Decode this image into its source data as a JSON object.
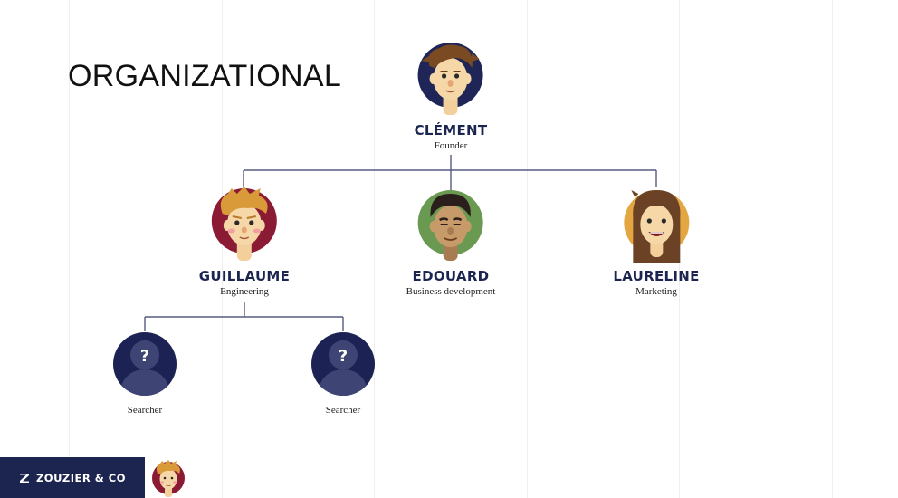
{
  "slide": {
    "title": "ORGANIZATIONAL"
  },
  "org": {
    "root": {
      "name": "CLÉMENT",
      "role": "Founder",
      "icon": "brown-haired-man-avatar-icon"
    },
    "level2": [
      {
        "name": "GUILLAUME",
        "role": "Engineering",
        "icon": "blond-man-avatar-icon"
      },
      {
        "name": "EDOUARD",
        "role": "Business development",
        "icon": "dark-haired-man-avatar-icon"
      },
      {
        "name": "LAURELINE",
        "role": "Marketing",
        "icon": "long-haired-woman-avatar-icon"
      }
    ],
    "level3": [
      {
        "role": "Searcher",
        "icon": "unknown-person-avatar-icon",
        "symbol": "?"
      },
      {
        "role": "Searcher",
        "icon": "unknown-person-avatar-icon",
        "symbol": "?"
      }
    ]
  },
  "footer": {
    "brand": "ZOUZIER & CO",
    "logo_icon": "z-logo-icon",
    "avatar_icon": "blond-man-avatar-icon"
  },
  "colors": {
    "navy": "#1c2450",
    "connector": "#555b80",
    "clement_bg": "#1f2557",
    "guillaume_bg": "#8b1a34",
    "edouard_bg": "#6a9a52",
    "laureline_bg": "#e3a640",
    "searcher_bg": "#1c2354"
  }
}
